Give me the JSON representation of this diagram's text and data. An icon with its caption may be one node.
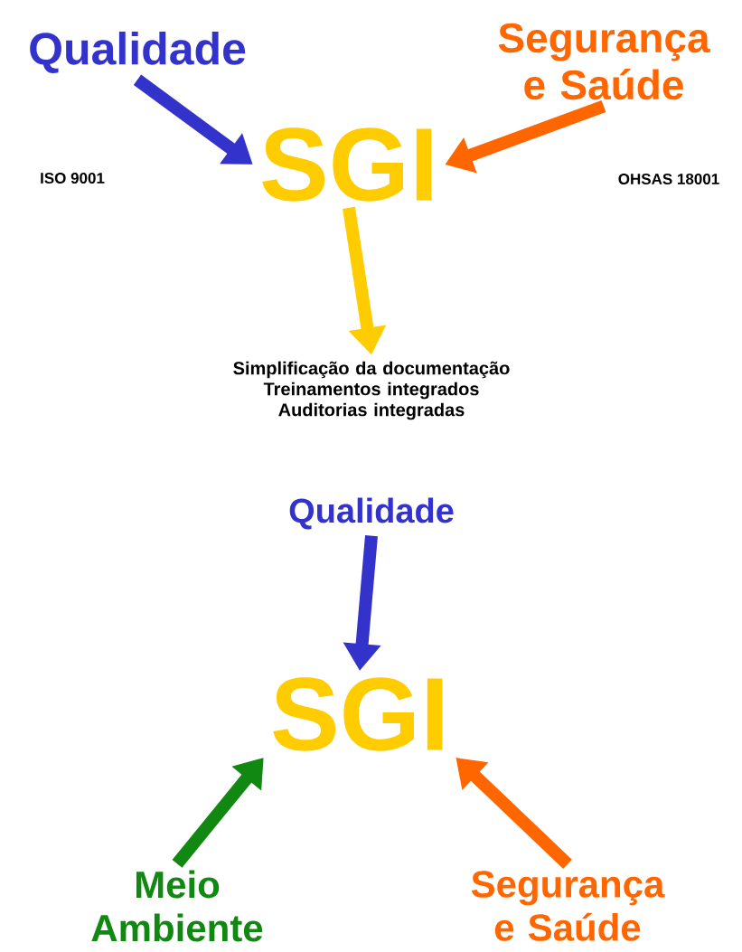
{
  "diagram": {
    "nodes": [
      {
        "text": [
          "Qualidade"
        ]
      },
      {
        "text": [
          "Segurança e Saúde"
        ]
      },
      {
        "text": [
          "SGI"
        ]
      },
      {
        "text": [
          "Simplificação da documentação",
          "Treinamentos integrados",
          "Auditorias integradas"
        ]
      },
      {
        "text": [
          "Qualidade"
        ]
      },
      {
        "text": [
          "SGI"
        ]
      },
      {
        "text": [
          "Meio Ambiente"
        ]
      },
      {
        "text": [
          "Segurança e Saúde"
        ]
      }
    ],
    "edges": [
      {
        "from": 0,
        "to": 2,
        "arrow": "to",
        "color": "#3333cc"
      },
      {
        "from": 1,
        "to": 2,
        "arrow": "to",
        "color": "#ff6600"
      },
      {
        "from": 2,
        "to": 3,
        "arrow": "to",
        "color": "#ffcc00"
      },
      {
        "from": 4,
        "to": 5,
        "arrow": "to",
        "color": "#3333cc"
      },
      {
        "from": 6,
        "to": 5,
        "arrow": "to",
        "color": "#118811"
      },
      {
        "from": 7,
        "to": 5,
        "arrow": "to",
        "color": "#ff6600"
      }
    ],
    "labels": [
      "ISO 9001",
      "OHSAS 18001"
    ]
  }
}
